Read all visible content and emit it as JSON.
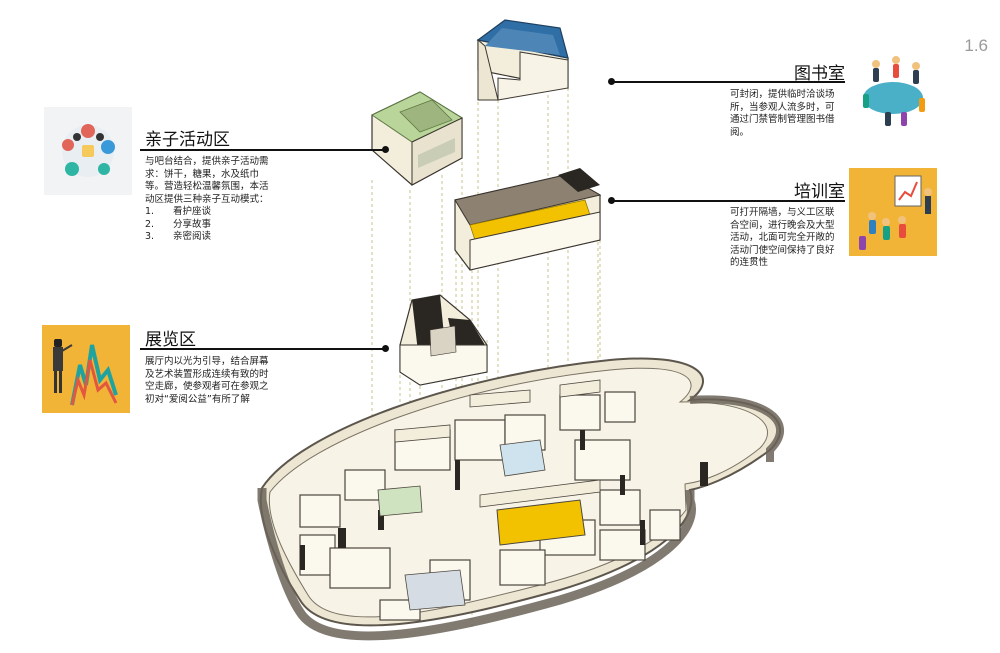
{
  "page_number": "1.6",
  "zones": {
    "parent_child": {
      "title": "亲子活动区",
      "description": "与吧台结合，提供亲子活动需求：饼干，糖果，水及纸巾等。营造轻松温馨氛围，本活动区提供三种亲子互动模式：",
      "modes": [
        {
          "num": "1.",
          "label": "看护座谈"
        },
        {
          "num": "2.",
          "label": "分享故事"
        },
        {
          "num": "3.",
          "label": "亲密阅读"
        }
      ]
    },
    "exhibition": {
      "title": "展览区",
      "description": "展厅内以光为引导，结合屏幕及艺术装置形成连续有致的时空走廊，使参观者可在参观之初对“爱阅公益”有所了解"
    },
    "library": {
      "title": "图书室",
      "description": "可封闭，提供临时洽谈场所，当参观人流多时，可通过门禁管制管理图书借阅。"
    },
    "training": {
      "title": "培训室",
      "description": "可打开隔墙，与义工区联合空间，进行晚会及大型活动，北面可完全开敞的活动门使空间保持了良好的连贯性"
    }
  },
  "colors": {
    "orange_thumb_bg": "#f2b437",
    "floor_yellow": "#f2c200",
    "floor_blue": "#2f6fa6",
    "floor_green": "#b9d59a",
    "wall_cream": "#f3eedc",
    "wall_dark": "#6b6358"
  }
}
